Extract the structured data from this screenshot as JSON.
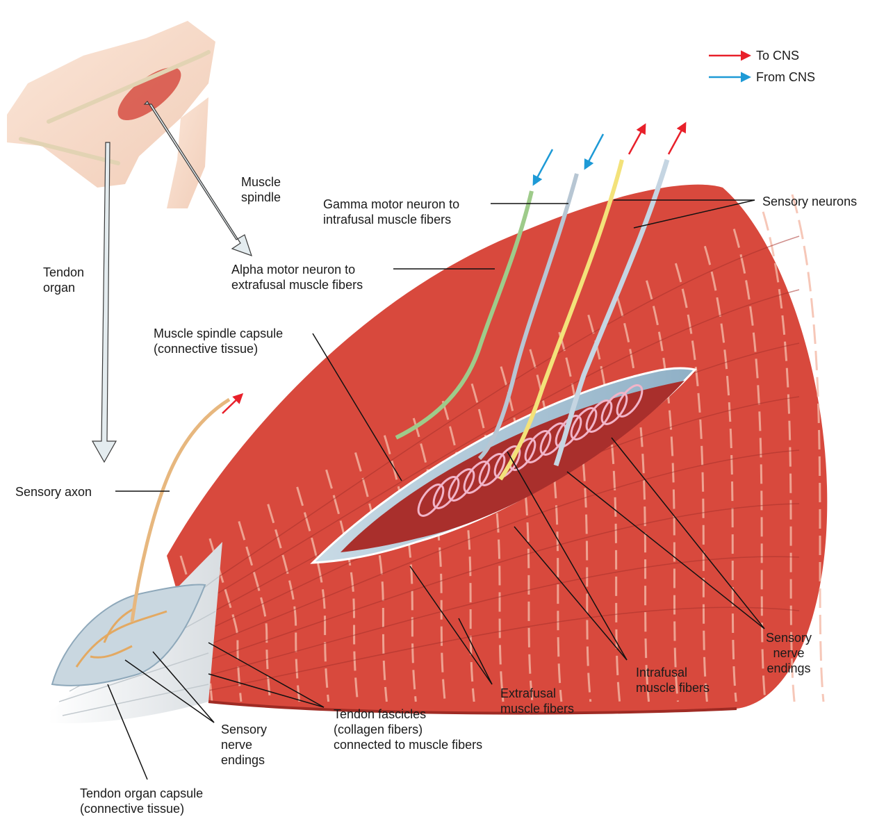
{
  "legend": {
    "to_cns": "To CNS",
    "from_cns": "From CNS",
    "to_cns_color": "#e8202a",
    "from_cns_color": "#1e9ad6"
  },
  "colors": {
    "muscle": "#d9463a",
    "muscle_dark": "#b8322a",
    "fiber_stripe": "#f2b7a6",
    "capsule": "#a9c4d6",
    "tendon": "#dfe3e6",
    "sensory_neuron": "#f3e27a",
    "gamma_motor": "#9ecb8a",
    "alpha_motor": "#9fb6c9",
    "sensory_axon": "#e7b77e",
    "skin": "#f5d7c4",
    "pointer_arrow": "#e4ecef"
  },
  "labels": {
    "muscle_spindle": [
      "Muscle",
      "spindle"
    ],
    "tendon_organ": [
      "Tendon",
      "organ"
    ],
    "gamma_motor_neuron": [
      "Gamma motor neuron to",
      "intrafusal muscle fibers"
    ],
    "sensory_neurons": "Sensory neurons",
    "alpha_motor_neuron": [
      "Alpha motor neuron to",
      "extrafusal muscle fibers"
    ],
    "spindle_capsule": [
      "Muscle spindle capsule",
      "(connective tissue)"
    ],
    "sensory_axon": "Sensory axon",
    "sensory_nerve_endings_right": [
      "Sensory",
      "nerve",
      "endings"
    ],
    "intrafusal_fibers": [
      "Intrafusal",
      "muscle fibers"
    ],
    "extrafusal_fibers": [
      "Extrafusal",
      "muscle fibers"
    ],
    "tendon_fascicles": [
      "Tendon fascicles",
      "(collagen fibers)",
      "connected to muscle fibers"
    ],
    "sensory_nerve_endings_left": [
      "Sensory",
      "nerve",
      "endings"
    ],
    "tendon_organ_capsule": [
      "Tendon organ capsule",
      "(connective tissue)"
    ]
  }
}
